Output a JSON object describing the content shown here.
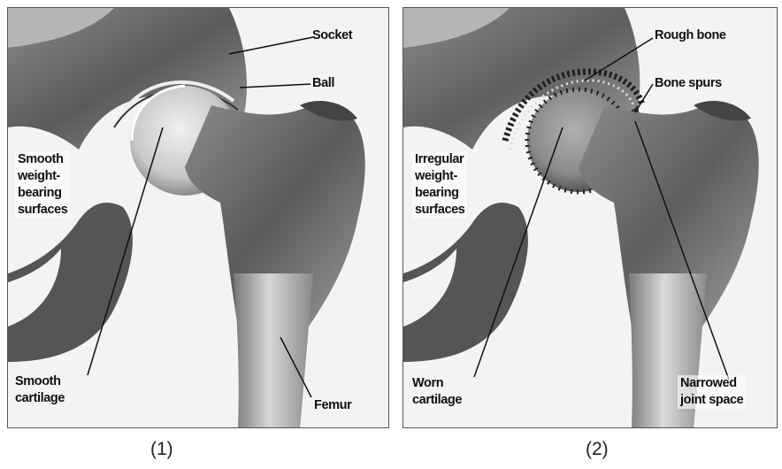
{
  "panel1": {
    "labels": {
      "socket": "Socket",
      "ball": "Ball",
      "smooth_weight_bearing": [
        "Smooth",
        "weight-",
        "bearing",
        "surfaces"
      ],
      "smooth_cartilage": [
        "Smooth",
        "cartilage"
      ],
      "femur": "Femur"
    },
    "caption": "(1)"
  },
  "panel2": {
    "labels": {
      "rough_bone": "Rough bone",
      "bone_spurs": "Bone spurs",
      "irregular_weight_bearing": [
        "Irregular",
        "weight-",
        "bearing",
        "surfaces"
      ],
      "worn_cartilage": [
        "Worn",
        "cartilage"
      ],
      "narrowed_joint_space": [
        "Narrowed",
        "joint space"
      ]
    },
    "caption": "(2)"
  }
}
